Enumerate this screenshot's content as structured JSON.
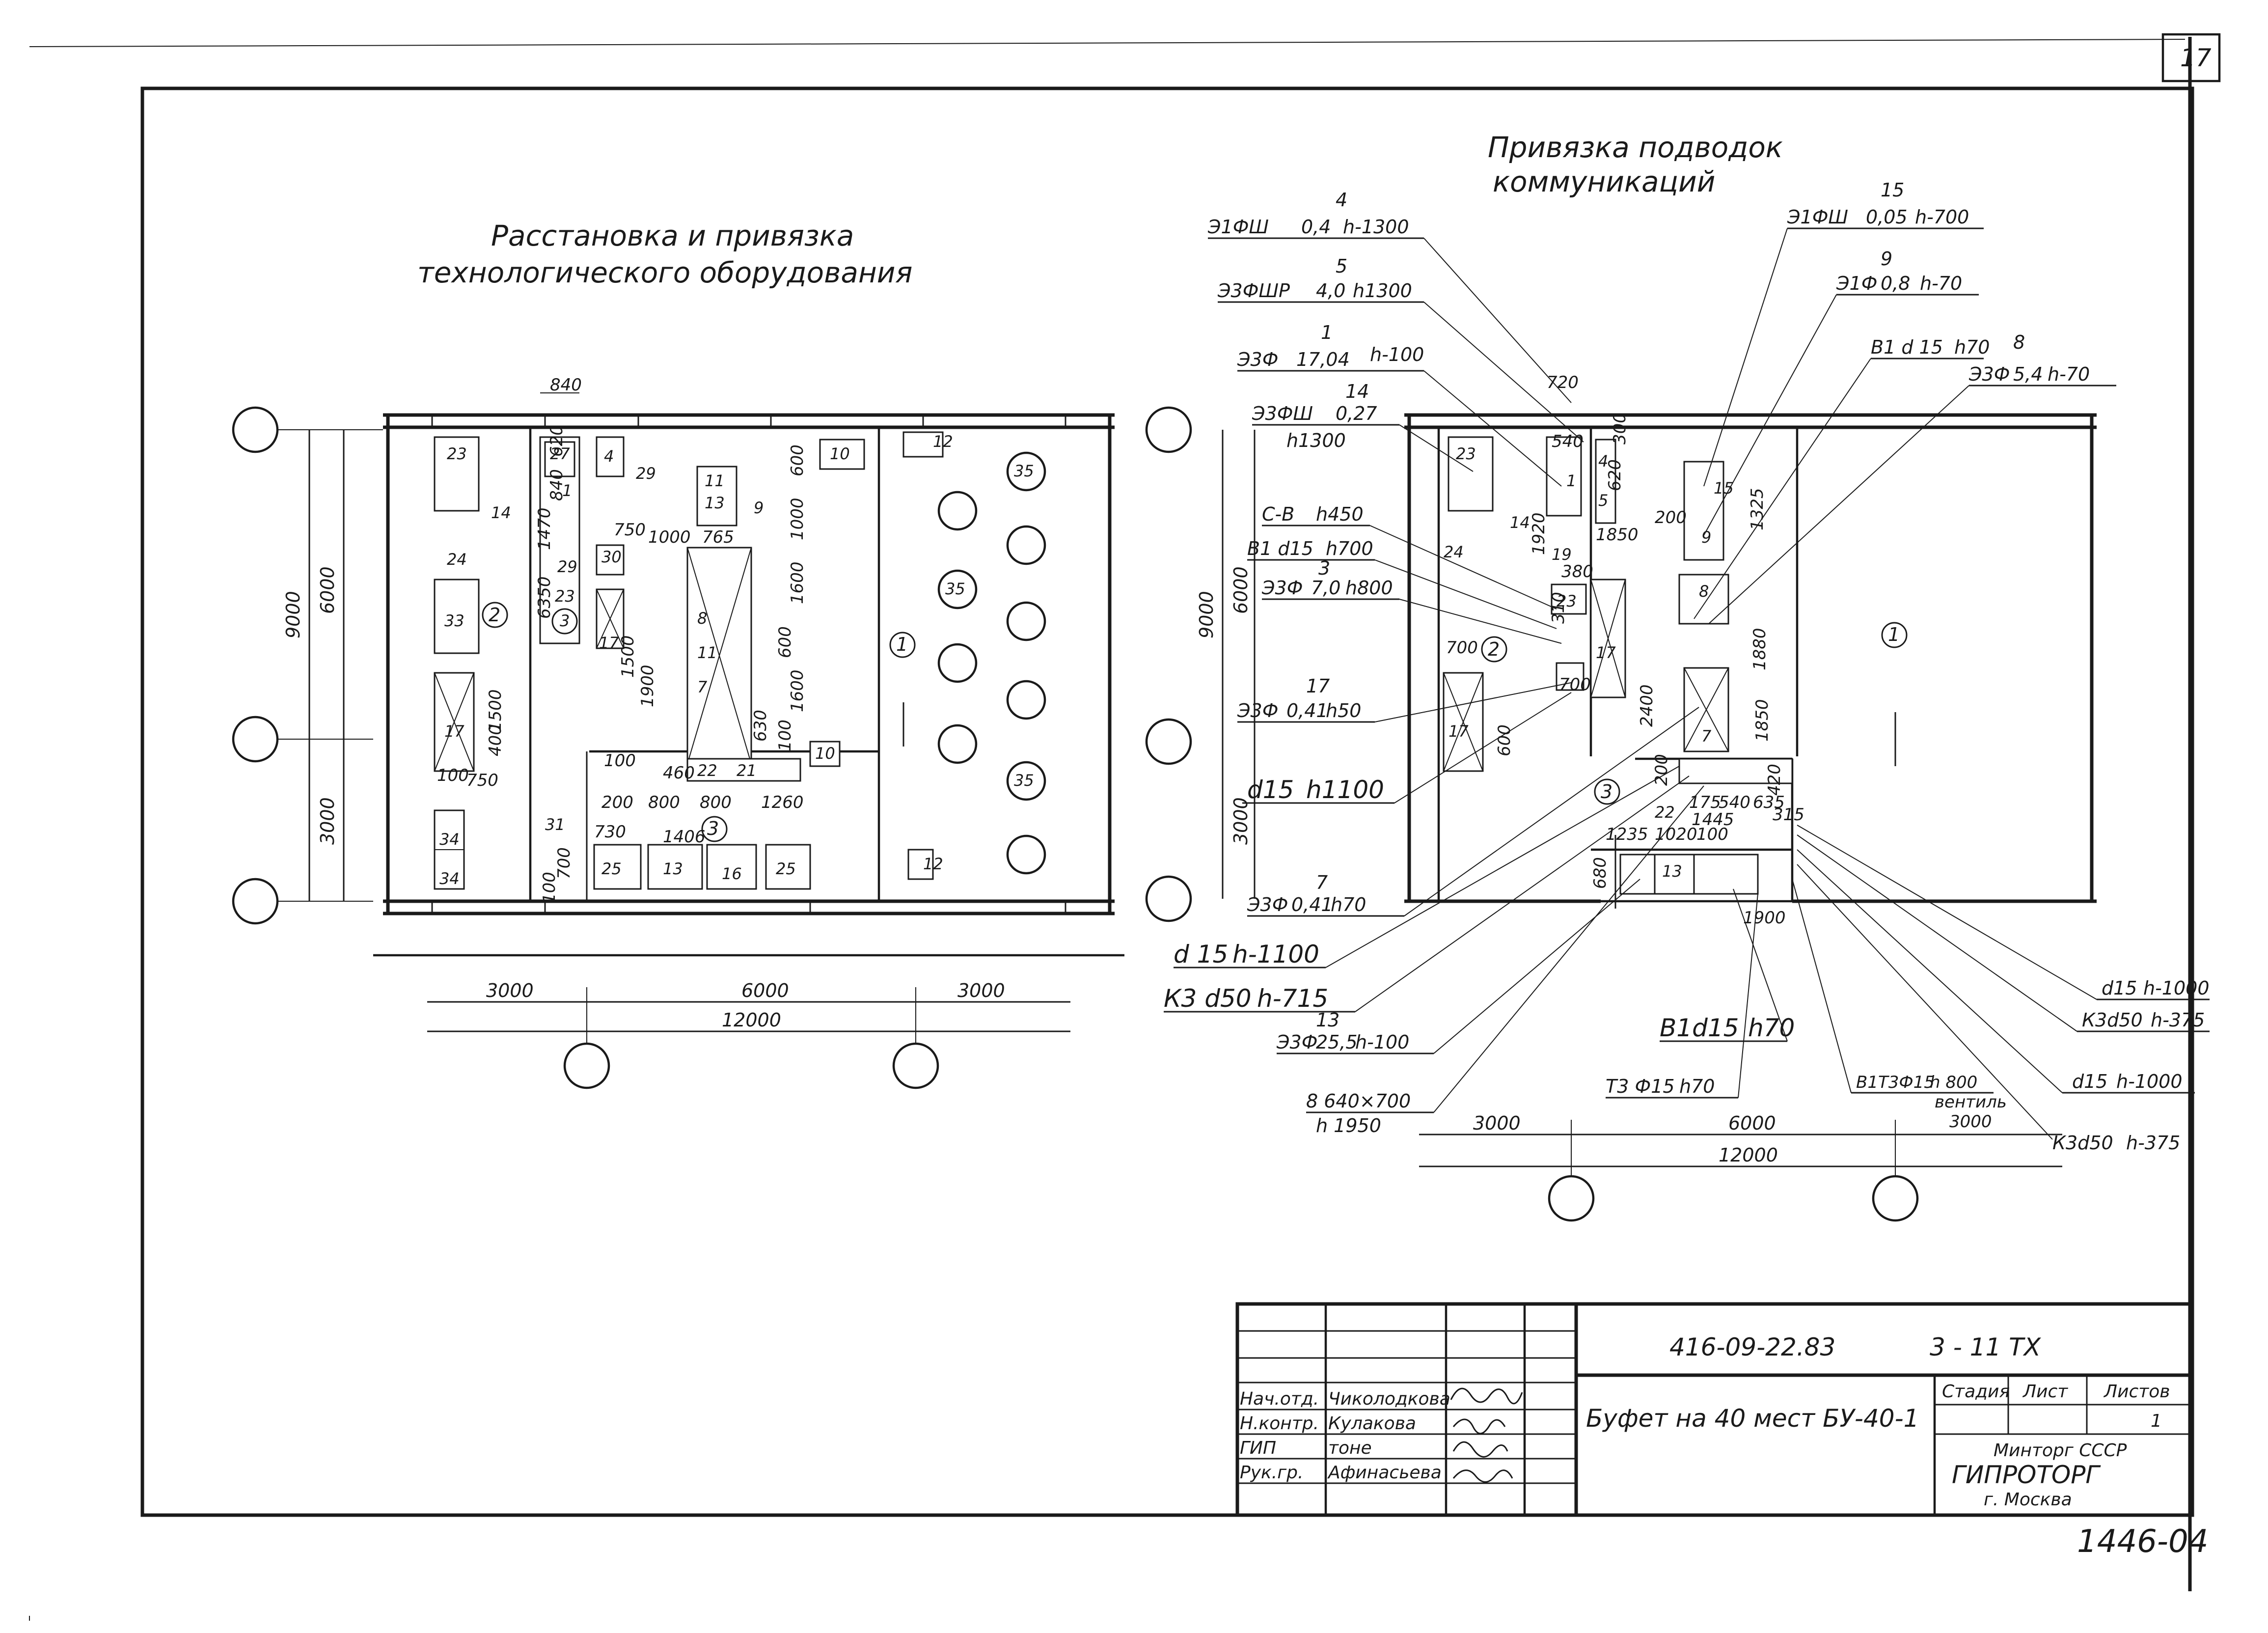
{
  "sheet_number": "17",
  "left_plan": {
    "title_line1": "Расстановка и привязка",
    "title_line2": "технологического оборудования",
    "room_labels": [
      "1",
      "2",
      "3"
    ],
    "equipment": [
      "23",
      "24",
      "14",
      "33",
      "17",
      "34",
      "34",
      "27",
      "1",
      "4",
      "29",
      "30",
      "29",
      "3",
      "23",
      "11",
      "13",
      "9",
      "8",
      "7",
      "11",
      "17",
      "10",
      "10",
      "12",
      "35",
      "35",
      "35",
      "22",
      "21",
      "25",
      "13",
      "16",
      "25",
      "31",
      "12"
    ],
    "dims": {
      "d840": "840",
      "d620": "620",
      "d840b": "840",
      "d1470": "1470",
      "d6350": "6350",
      "d750": "750",
      "d1000": "1000",
      "d765": "765",
      "d1000b": "1000",
      "d600": "600",
      "d1600": "1600",
      "d1600b": "1600",
      "d600b": "600",
      "d1500": "1500",
      "d1900": "1900",
      "d400": "400",
      "d630": "630",
      "d100": "100",
      "d460": "460",
      "d200": "200",
      "d800": "800",
      "d800b": "800",
      "d1260": "1260",
      "d730": "730",
      "d1406": "1406",
      "d700": "700",
      "d100b": "100",
      "d100c": "100",
      "d750b": "750",
      "d1500b": "1500",
      "d100d": "100"
    },
    "axis_dims": {
      "v9000": "9000",
      "v6000": "6000",
      "v3000": "3000",
      "h3000a": "3000",
      "h6000": "6000",
      "h3000b": "3000",
      "h12000": "12000"
    }
  },
  "right_plan": {
    "title_line1": "Привязка подводок",
    "title_line2": "коммуникаций",
    "room_labels": [
      "1",
      "2",
      "3"
    ],
    "equipment": [
      "23",
      "24",
      "14",
      "17",
      "1",
      "4",
      "5",
      "15",
      "9",
      "8",
      "23",
      "17",
      "7",
      "19",
      "22",
      "13"
    ],
    "callouts": [
      {
        "num": "4",
        "line1": "Э1ФШ",
        "frac": "0,4",
        "tail": "h-1300"
      },
      {
        "num": "5",
        "line1": "Э3ФШР",
        "frac": "4,0",
        "tail": "h1300"
      },
      {
        "num": "1",
        "line1": "Э3Ф",
        "frac": "17,04",
        "tail": "h-100"
      },
      {
        "num": "14",
        "line1": "Э3ФШ",
        "frac": "0,27",
        "tail": "h1300"
      },
      {
        "num": "",
        "line1": "С-В",
        "frac": "",
        "tail": "h450"
      },
      {
        "num": "",
        "line1": "В1 d15",
        "frac": "",
        "tail": "h700"
      },
      {
        "num": "3",
        "line1": "Э3Ф",
        "frac": "7,0",
        "tail": "h800"
      },
      {
        "num": "17",
        "line1": "Э3Ф",
        "frac": "0,41",
        "tail": "h50"
      },
      {
        "num": "",
        "line1": "d15",
        "frac": "",
        "tail": "h1100"
      },
      {
        "num": "7",
        "line1": "Э3Ф",
        "frac": "0,41",
        "tail": "h70"
      },
      {
        "num": "",
        "line1": "d 15",
        "frac": "",
        "tail": "h-1100"
      },
      {
        "num": "",
        "line1": "К3 d50",
        "frac": "",
        "tail": "h-715"
      },
      {
        "num": "13",
        "line1": "Э3Ф",
        "frac": "25,5",
        "tail": "h-100"
      },
      {
        "num": "",
        "line1": "8 640×700",
        "frac": "",
        "tail": "h 1950"
      },
      {
        "num": "15",
        "line1": "Э1ФШ",
        "frac": "0,05",
        "tail": "h-700"
      },
      {
        "num": "9",
        "line1": "Э1Ф",
        "frac": "0,8",
        "tail": "h-70"
      },
      {
        "num": "",
        "line1": "В1 d 15",
        "frac": "",
        "tail": "h70"
      },
      {
        "num": "8",
        "line1": "Э3Ф",
        "frac": "5,4",
        "tail": "h-70"
      },
      {
        "num": "",
        "line1": "В1d15",
        "frac": "",
        "tail": "h70"
      },
      {
        "num": "",
        "line1": "Т3 Ф15",
        "frac": "",
        "tail": "h70"
      },
      {
        "num": "",
        "line1": "В1Т3Ф15",
        "frac": "",
        "tail": "h 800"
      },
      {
        "num": "",
        "line1": "вентиль",
        "frac": "",
        "tail": ""
      },
      {
        "num": "",
        "line1": "d15",
        "frac": "",
        "tail": "h-1000"
      },
      {
        "num": "",
        "line1": "К3d50",
        "frac": "",
        "tail": "h-375"
      },
      {
        "num": "",
        "line1": "d15",
        "frac": "",
        "tail": "h-1000"
      },
      {
        "num": "",
        "line1": "К3d50",
        "frac": "",
        "tail": "h-375"
      }
    ],
    "dims": {
      "d720": "720",
      "d540": "540",
      "d300": "300",
      "d620": "620",
      "d1920": "1920",
      "d1850": "1850",
      "d200": "200",
      "d1325": "1325",
      "d380": "380",
      "d310": "310",
      "d700": "700",
      "d2400": "2400",
      "d1880": "1880",
      "d1850b": "1850",
      "d600": "600",
      "d700b": "700",
      "d420": "420",
      "d200b": "200",
      "d175": "175",
      "d540b": "540",
      "d635": "635",
      "d1445": "1445",
      "d1235": "1235",
      "d1020": "1020",
      "d100": "100",
      "d315": "315",
      "d680": "680",
      "d1900": "1900",
      "d3000": "3000"
    },
    "axis_dims": {
      "v9000": "9000",
      "v6000": "6000",
      "v3000": "3000",
      "h3000": "3000",
      "h6000": "6000",
      "h12000": "12000"
    }
  },
  "title_block": {
    "doc_code": "416-09-22.83",
    "sheet_code": "3 - 11 ТХ",
    "rows": [
      {
        "role": "Нач.отд.",
        "name": "Чиколодкова"
      },
      {
        "role": "Н.контр.",
        "name": "Кулакова"
      },
      {
        "role": "ГИП",
        "name": "тоне"
      },
      {
        "role": "Рук.гр.",
        "name": "Афинасьева"
      }
    ],
    "object_name": "Буфет на 40 мест БУ-40-1",
    "stage_label": "Стадия",
    "sheet_label": "Лист",
    "sheets_label": "Листов",
    "sheets_value": "1",
    "org_line1": "Минторг СССР",
    "org_line2": "ГИПРОТОРГ",
    "org_line3": "г. Москва"
  },
  "archive_number": "1446-04"
}
